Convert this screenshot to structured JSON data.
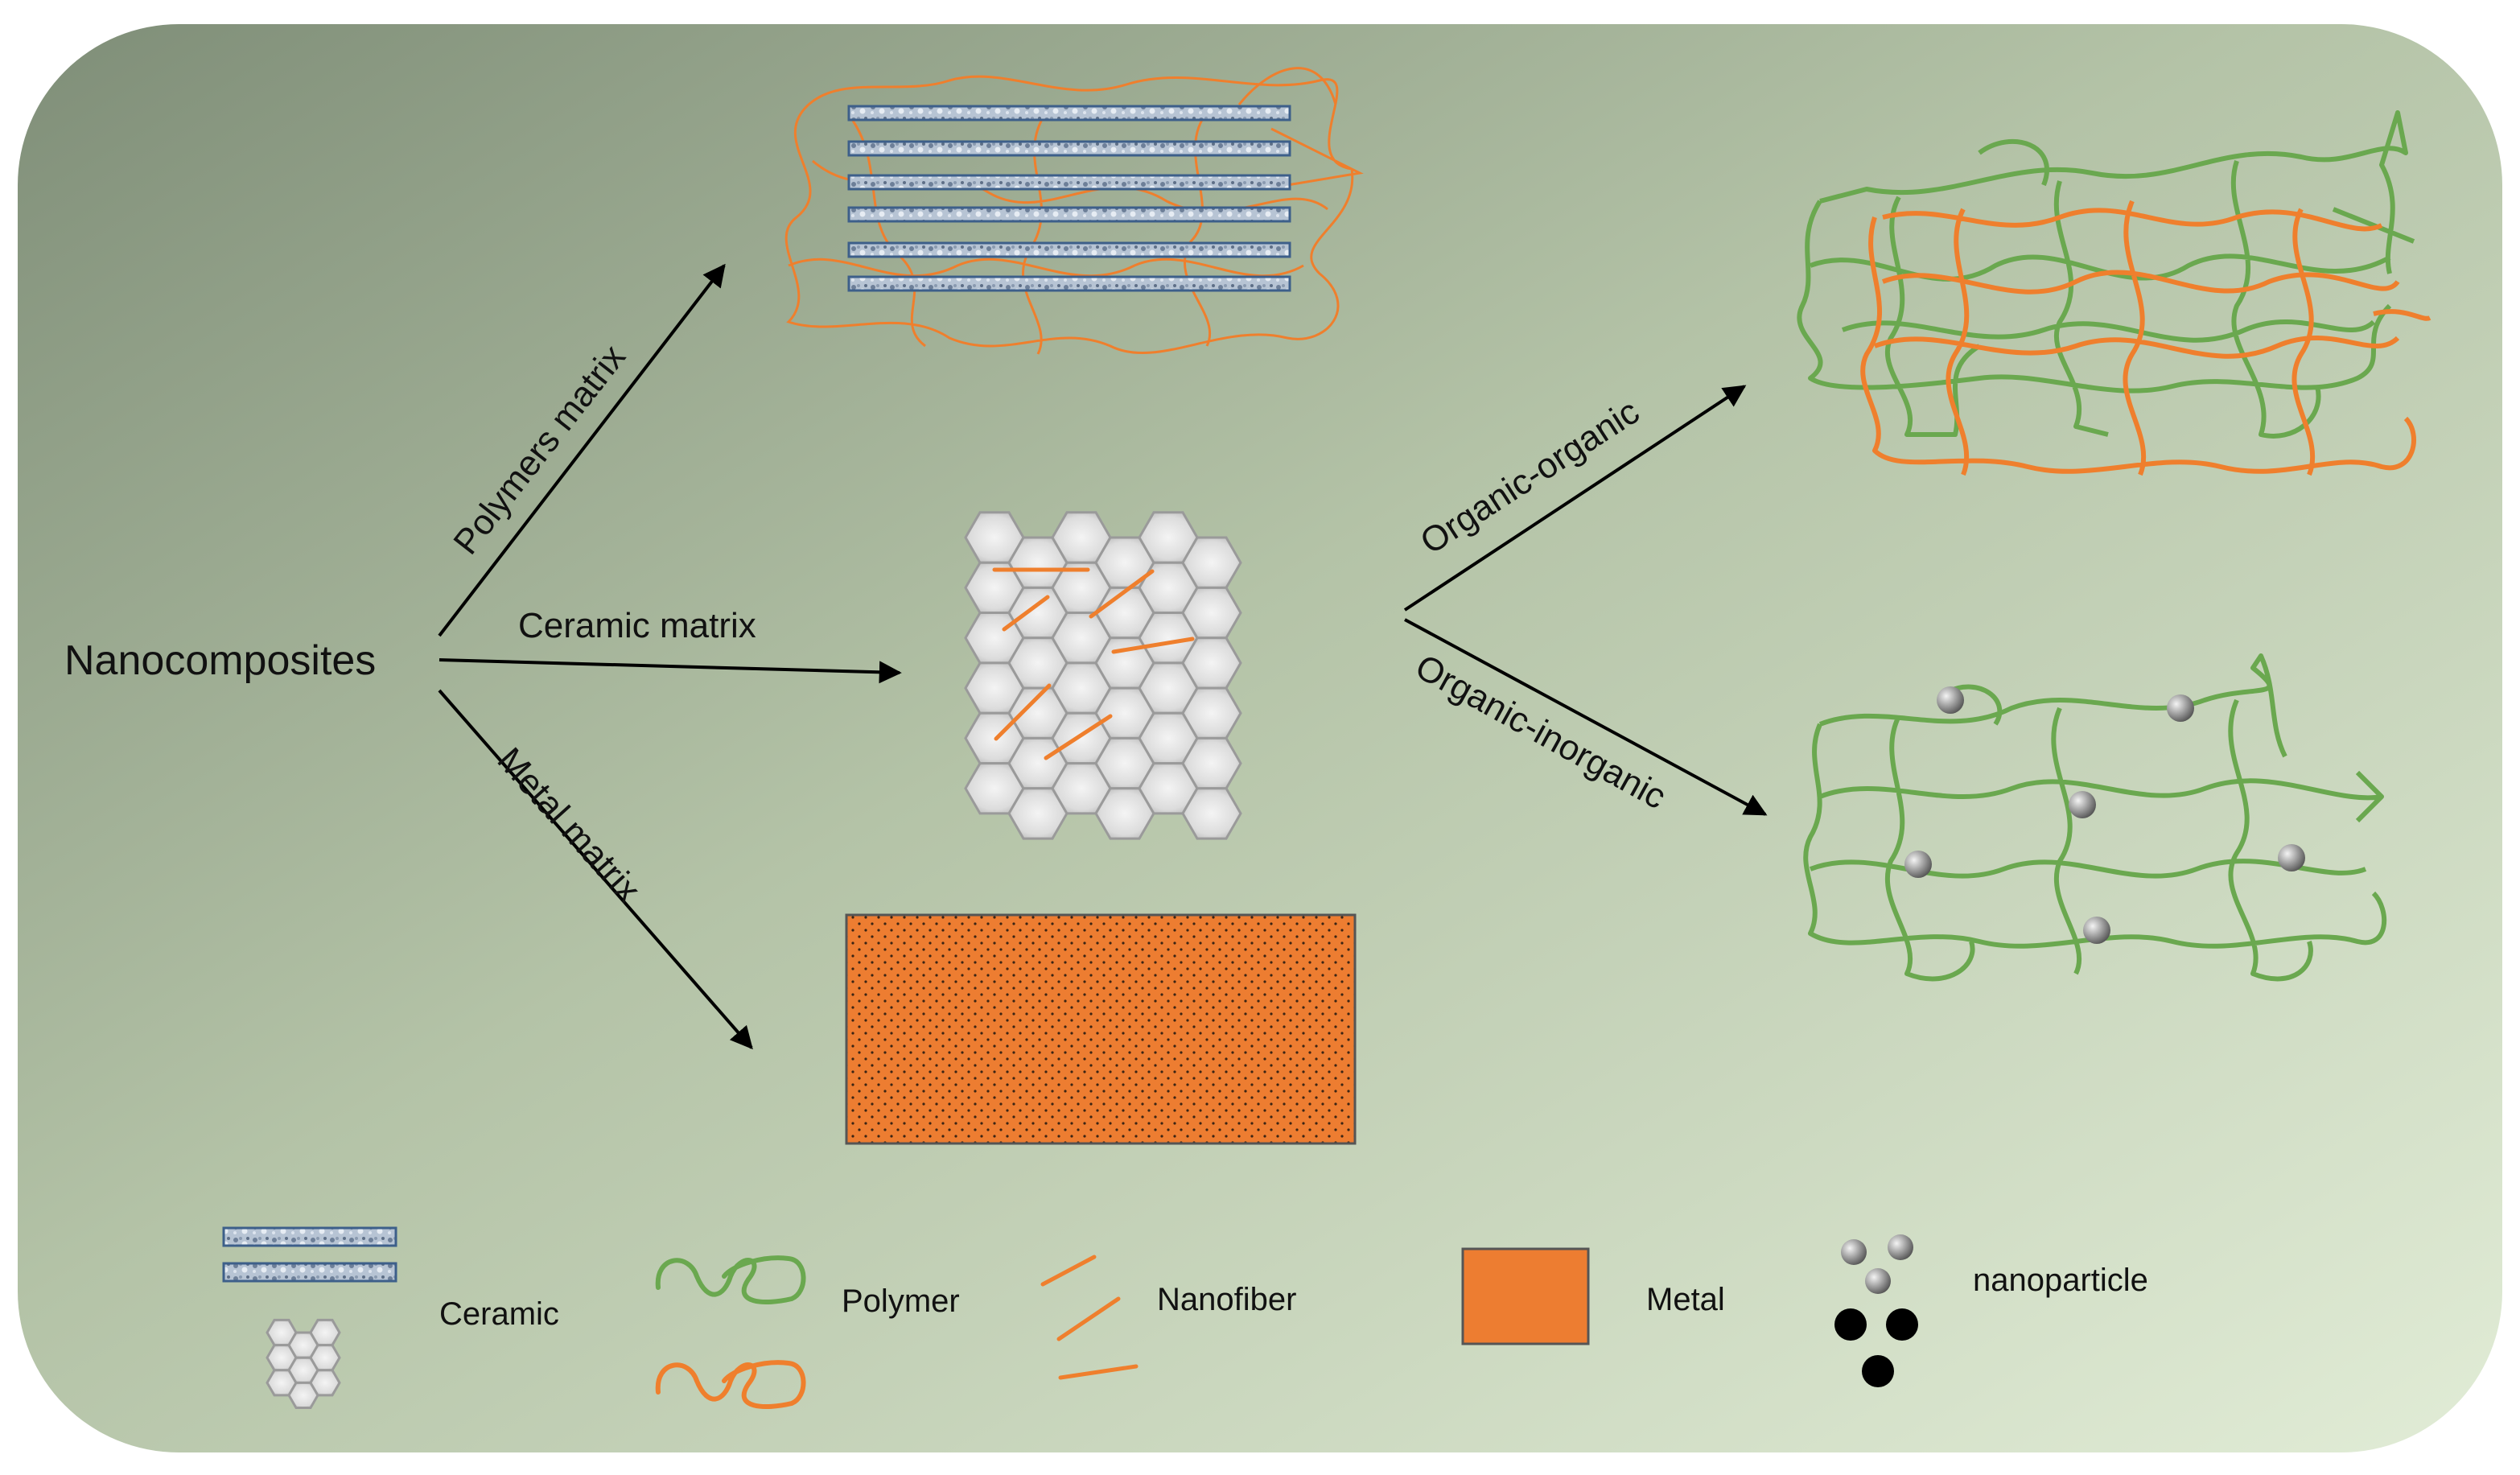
{
  "root": {
    "label": "Nanocomposites"
  },
  "branches": {
    "polymers_matrix": "Polymers matrix",
    "ceramic_matrix": "Ceramic matrix",
    "metal_matrix": "Metal matrix",
    "organic_organic": "Organic-organic",
    "organic_inorganic": "Organic-inorganic"
  },
  "legend": {
    "ceramic": "Ceramic",
    "polymer": "Polymer",
    "nanofiber": "Nanofiber",
    "metal": "Metal",
    "nanoparticle": "nanoparticle"
  },
  "colors": {
    "polymer_green": "#6aa84f",
    "polymer_orange": "#ef7f2d",
    "metal_orange": "#ed7d31",
    "ceramic_blue": "#5b7fa6",
    "arrow": "#000000"
  }
}
